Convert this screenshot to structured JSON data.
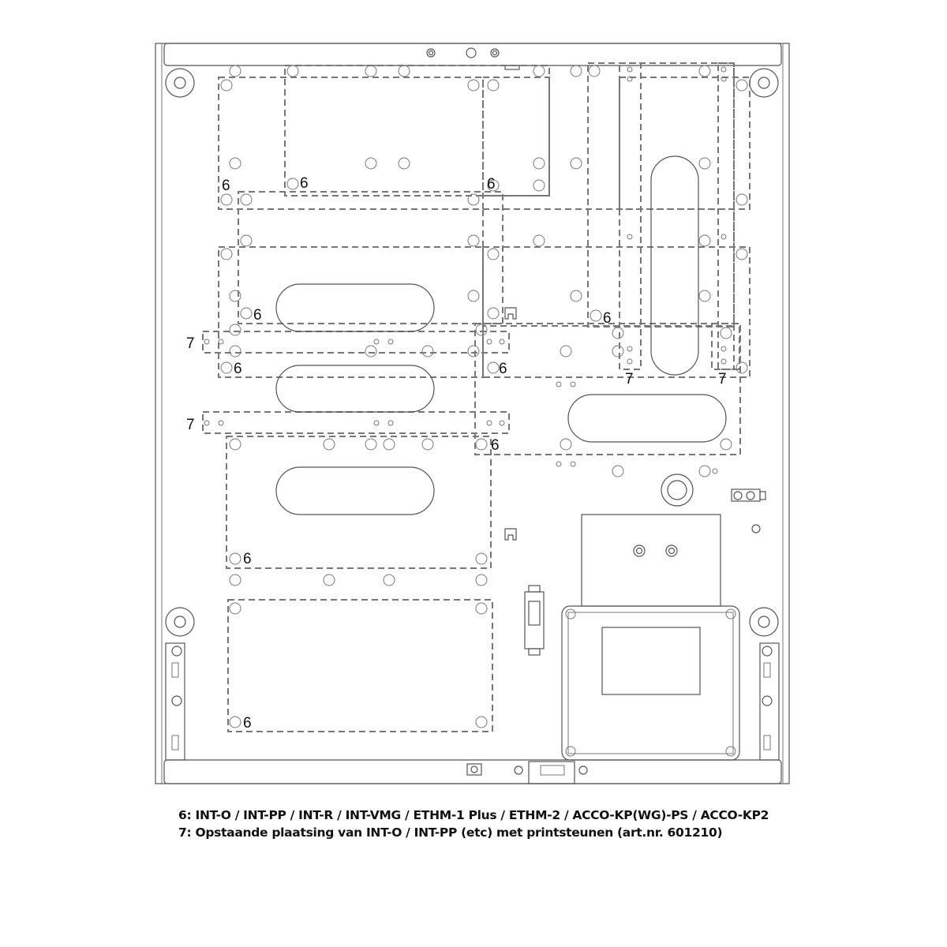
{
  "diagram": {
    "labels_6": [
      "6",
      "6",
      "6",
      "6",
      "6",
      "6",
      "6",
      "6",
      "6",
      "6"
    ],
    "labels_7": [
      "7",
      "7",
      "7",
      "7"
    ]
  },
  "caption": {
    "line1": "6: INT-O / INT-PP / INT-R / INT-VMG / ETHM-1 Plus / ETHM-2 / ACCO-KP(WG)-PS / ACCO-KP2",
    "line2": "7: Opstaande plaatsing van INT-O / INT-PP (etc) met printsteunen (art.nr. 601210)"
  }
}
